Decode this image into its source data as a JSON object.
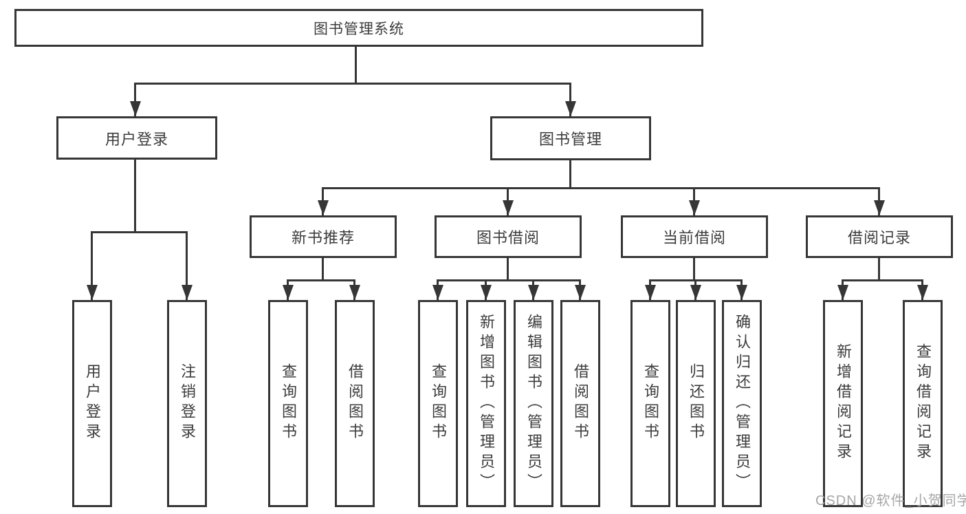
{
  "diagram": {
    "title": "图书管理系统",
    "watermark": "CSDN @软件_小贺同学",
    "colors": {
      "line": "#363636",
      "text": "#3c3c3c",
      "watermark": "#a6a6a6",
      "background": "#ffffff"
    },
    "level2": [
      {
        "label": "用户登录"
      },
      {
        "label": "图书管理"
      }
    ],
    "level3": [
      {
        "label": "新书推荐"
      },
      {
        "label": "图书借阅"
      },
      {
        "label": "当前借阅"
      },
      {
        "label": "借阅记录"
      }
    ],
    "leaves": {
      "user_login": [
        {
          "label": "用户登录"
        },
        {
          "label": "注销登录"
        }
      ],
      "new_book": [
        {
          "label": "查询图书"
        },
        {
          "label": "借阅图书"
        }
      ],
      "book_borrow": [
        {
          "label": "查询图书"
        },
        {
          "label": "新增图书（管理员）"
        },
        {
          "label": "编辑图书（管理员）"
        },
        {
          "label": "借阅图书"
        }
      ],
      "current_borrow": [
        {
          "label": "查询图书"
        },
        {
          "label": "归还图书"
        },
        {
          "label": "确认归还（管理员）"
        }
      ],
      "borrow_records": [
        {
          "label": "新增借阅记录"
        },
        {
          "label": "查询借阅记录"
        }
      ]
    }
  }
}
